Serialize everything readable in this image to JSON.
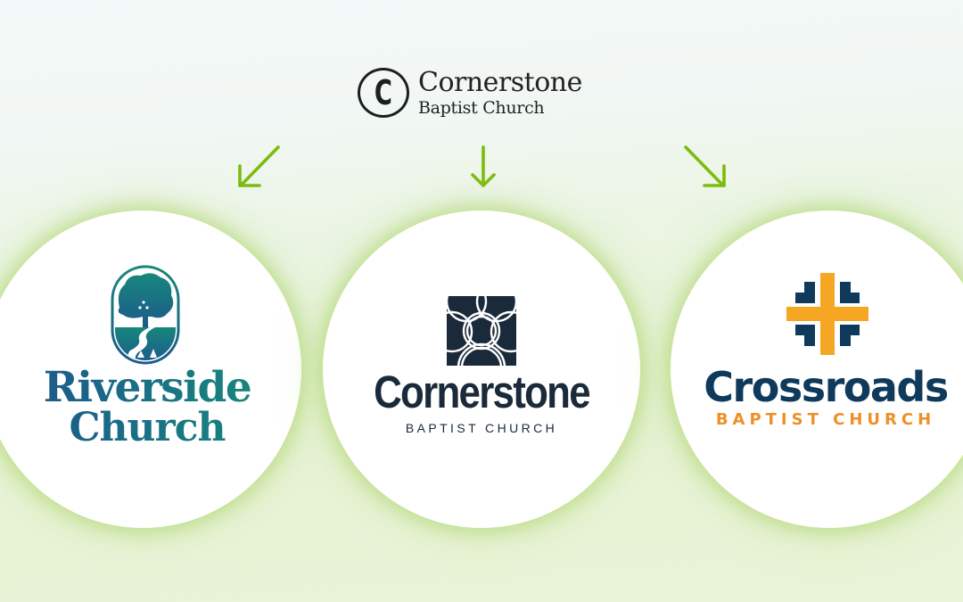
{
  "header": {
    "logo_badge_letter": "C",
    "logo_title": "Cornerstone",
    "logo_subtitle": "Baptist Church"
  },
  "arrows": [
    {
      "direction": "down-left",
      "color": "#7dbb10"
    },
    {
      "direction": "down",
      "color": "#7dbb10"
    },
    {
      "direction": "down-right",
      "color": "#7dbb10"
    }
  ],
  "options": [
    {
      "name_line1": "Riverside",
      "name_line2": "Church",
      "icon": "tree-river-icon",
      "colors": {
        "primary": "#17877c",
        "secondary": "#1c5a8a"
      }
    },
    {
      "name_line1": "Cornerstone",
      "name_line2": "BAPTIST CHURCH",
      "icon": "interlocking-circles-icon",
      "colors": {
        "primary": "#1b2a3a"
      }
    },
    {
      "name_line1": "Crossroads",
      "name_line2": "BAPTIST CHURCH",
      "icon": "cross-icon",
      "colors": {
        "primary": "#0f3a5c",
        "accent": "#f5a623"
      }
    }
  ],
  "background": {
    "top": "#f3f8f8",
    "bottom": "#e9f3d7",
    "glow": "#b8d98a"
  }
}
